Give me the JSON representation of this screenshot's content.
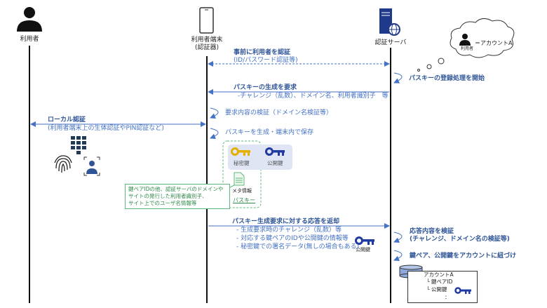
{
  "actors": {
    "user": "利用者",
    "device_line1": "利用者端末",
    "device_line2": "(認証器)",
    "server": "認証サーバ"
  },
  "cloud": {
    "icon_label": "利用者",
    "text": "＝アカウントA"
  },
  "messages": {
    "pre_auth_title": "事前に利用者を認証",
    "pre_auth_sub": "(ID/パスワード認証等)",
    "start_reg": "パスキーの登録処理を開始",
    "request_title": "パスキーの生成を要求",
    "request_sub": "-チャレンジ（乱数）、ドメイン名、利用者識別子　等",
    "verify_request": "要求内容の検証（ドメイン名検証等）",
    "local_auth_title": "ローカル認証",
    "local_auth_sub": "(利用者端末上の生体認証やPIN認証など)",
    "generate": "パスキーを生成・端末内で保存",
    "response_title": "パスキー生成要求に対する応答を返却",
    "response_items": [
      "- 生成要求時のチャレンジ（乱数）等",
      "- 対応する鍵ペアのIDや公開鍵の情報等",
      "- 秘密鍵での署名データ(無しの場合もある)"
    ],
    "response_key_label": "公開鍵",
    "verify_response_1": "応答内容を検証",
    "verify_response_2": "(チャレンジ、ドメイン名の検証等)",
    "bind": "鍵ペア、公開鍵をアカウントに紐づけ"
  },
  "passkey": {
    "private_key": "秘密鍵",
    "public_key": "公開鍵",
    "meta": "メタ情報",
    "label": "パスキー",
    "note_lines": [
      "鍵ペアIDの他、認証サーバのドメインや",
      "サイトの発行した利用者識別子、",
      "サイト上でのユーザ名情報等"
    ]
  },
  "account": {
    "name": "アカウントA",
    "items": [
      "鍵ペアID",
      "公開鍵"
    ],
    "more": "："
  },
  "colors": {
    "arrow": "#4472c4",
    "title": "#2f5597",
    "private_key": "#e6b000",
    "public_key": "#1f3aa0",
    "note": "#5cb87a"
  }
}
